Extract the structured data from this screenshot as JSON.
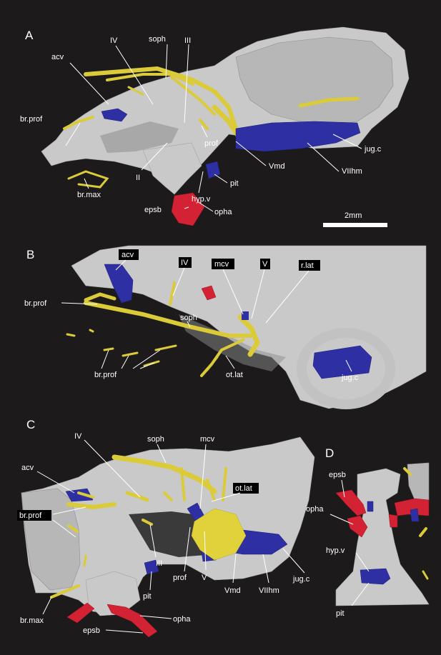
{
  "panels": {
    "A": {
      "letter": "A",
      "labels": {
        "acv": "acv",
        "IV": "IV",
        "soph": "soph",
        "III": "III",
        "br_prof": "br.prof",
        "prof": "prof",
        "II": "II",
        "br_max": "br.max",
        "hyp_v": "hyp.v",
        "pit": "pit",
        "Vmd": "Vmd",
        "VIIhm": "VIIhm",
        "jug_c": "jug.c",
        "epsb": "epsb",
        "opha": "opha"
      },
      "scale_bar": "2mm"
    },
    "B": {
      "letter": "B",
      "labels": {
        "acv": "acv",
        "IV": "IV",
        "mcv": "mcv",
        "V": "V",
        "r_lat": "r.lat",
        "br_prof_1": "br.prof",
        "soph": "soph",
        "br_prof_2": "br.prof",
        "jug_c": "jug.c",
        "ot_lat": "ot.lat"
      }
    },
    "C": {
      "letter": "C",
      "labels": {
        "soph": "soph",
        "mcv": "mcv",
        "IV": "IV",
        "acv": "acv",
        "ot_lat": "ot.lat",
        "br_prof": "br.prof",
        "III": "III",
        "prof": "prof",
        "V": "V",
        "pit": "pit",
        "Vmd": "Vmd",
        "VIIhm": "VIIhm",
        "jug_c": "jug.c",
        "br_max": "br.max",
        "opha": "opha",
        "epsb": "epsb"
      }
    },
    "D": {
      "letter": "D",
      "labels": {
        "epsb": "epsb",
        "opha": "opha",
        "hyp_v": "hyp.v",
        "pit": "pit"
      }
    }
  },
  "colors": {
    "background": "#1c1a1b",
    "bone": "#c9c9c9",
    "nerve": "#e1d23c",
    "vein": "#2d2fa3",
    "artery": "#d22234"
  }
}
